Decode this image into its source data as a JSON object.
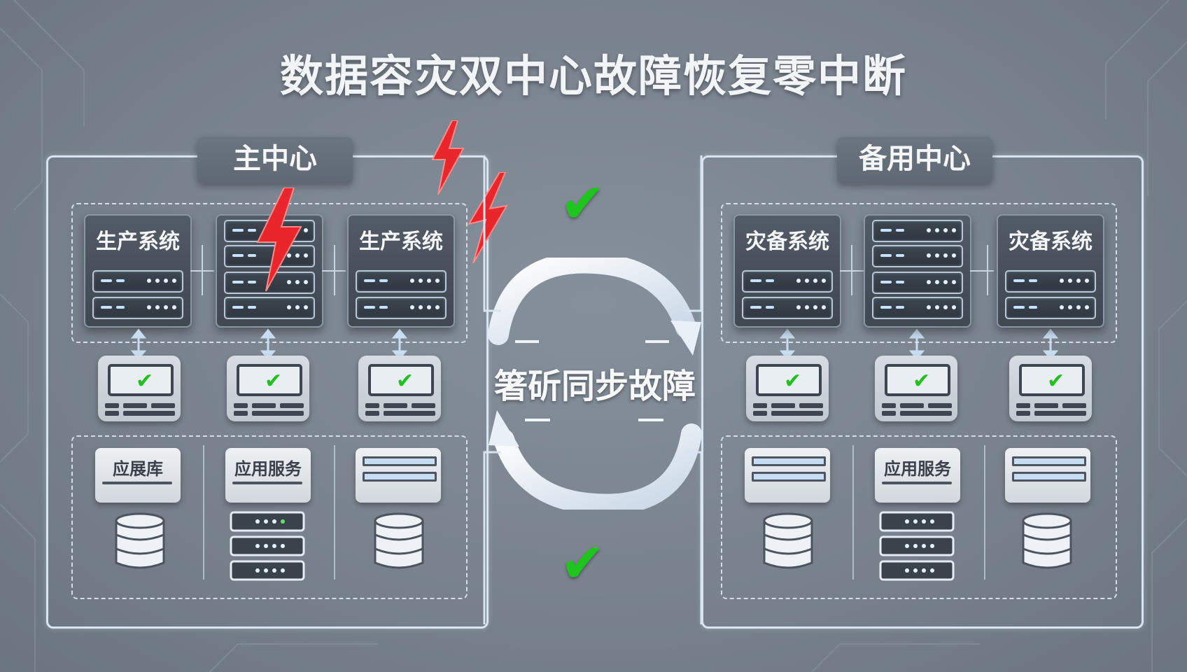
{
  "title": "数据容灾双中心故障恢复零中断",
  "primary": {
    "label": "主中心",
    "rack_left": "生产系统",
    "rack_right": "生产系统",
    "panel_left": "应展库",
    "panel_mid": "应用服务"
  },
  "backup": {
    "label": "备用中心",
    "rack_left": "灾备系统",
    "rack_right": "灾备系统",
    "panel_mid": "应用服务"
  },
  "sync_label": "箸斫同步故障",
  "colors": {
    "frame": "#d9e4f2",
    "ok_green": "#22c021",
    "alert_red": "#e8262b",
    "background": "#7c858f"
  },
  "icons": [
    "lightning-icon",
    "check-icon",
    "sync-cycle-icon",
    "database-icon",
    "monitor-icon",
    "server-rack-icon"
  ]
}
